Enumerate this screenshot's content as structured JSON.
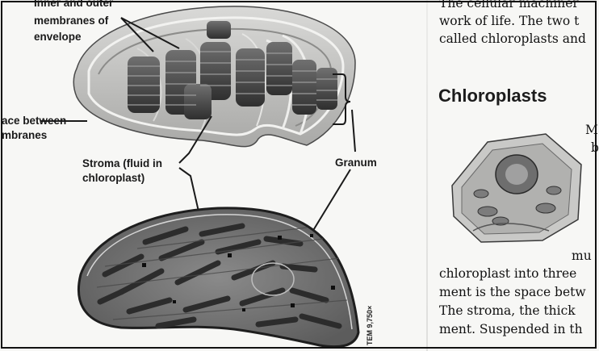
{
  "figure": {
    "labels": {
      "envelope": [
        "Inner and outer",
        "membranes of",
        "envelope"
      ],
      "intermembrane": [
        "ace between",
        "mbranes"
      ],
      "stroma": [
        "Stroma (fluid in",
        "chloroplast)"
      ],
      "granum": "Granum"
    },
    "micrograph_credit": "TEM 9,750×"
  },
  "text_column": {
    "top_lines": [
      "The cellular machiner",
      "work of life. The two t",
      "called chloroplasts and"
    ],
    "heading": "Chloroplasts",
    "side_fragments": [
      "M",
      "b",
      "mu"
    ],
    "body_lines": [
      "chloroplast into three",
      "ment is the space betw",
      "The stroma, the thick",
      "ment. Suspended in th"
    ]
  },
  "colors": {
    "ink": "#111111",
    "membrane": "#b9b9b9",
    "thylakoid": "#3e3e3e",
    "stroma_tem": "#6f6f6f"
  }
}
